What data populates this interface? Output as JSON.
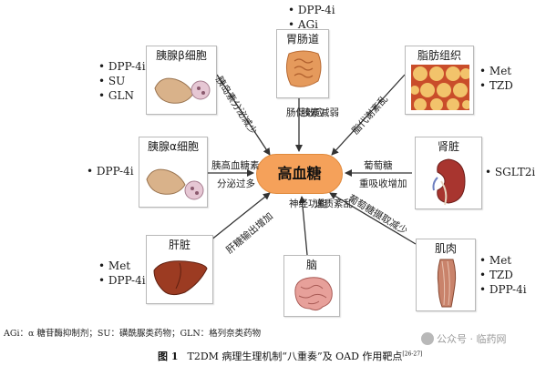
{
  "center": {
    "label": "高血糖"
  },
  "nodes": {
    "beta": {
      "title": "胰腺β细胞",
      "drugs": [
        "DPP-4i",
        "SU",
        "GLN"
      ],
      "arrow_label": "胰岛素分泌减少"
    },
    "gut": {
      "title": "胃肠道",
      "drugs": [
        "DPP-4i",
        "AGi"
      ],
      "arrow_label_left": "肠促效应",
      "arrow_label_right": "胰素减弱"
    },
    "fat": {
      "title": "脂肪组织",
      "drugs": [
        "Met",
        "TZD"
      ],
      "arrow_label": "脂代谢紊乱"
    },
    "alpha": {
      "title": "胰腺α细胞",
      "drugs": [
        "DPP-4i"
      ],
      "arrow_label_1": "胰高血糖素",
      "arrow_label_2": "分泌过多"
    },
    "kidney": {
      "title": "肾脏",
      "drugs": [
        "SGLT2i"
      ],
      "arrow_label_1": "葡萄糖",
      "arrow_label_2": "重吸收增加"
    },
    "liver": {
      "title": "肝脏",
      "drugs": [
        "Met",
        "DPP-4i"
      ],
      "arrow_label": "肝糖输出增加"
    },
    "brain": {
      "title": "脑",
      "arrow_label_left": "神经功能",
      "arrow_label_right": "递质紊乱"
    },
    "muscle": {
      "title": "肌肉",
      "drugs": [
        "Met",
        "TZD",
        "DPP-4i"
      ],
      "arrow_label": "葡萄糖摄取减少"
    }
  },
  "footnote": "AGi：α 糖苷酶抑制剂；SU：磺酰脲类药物；GLN：格列奈类药物",
  "caption": {
    "fig": "图 1",
    "text": "T2DM 病理生理机制“八重奏”及 OAD 作用靶点",
    "ref": "[26-27]"
  },
  "watermark": "公众号 · 临药网",
  "colors": {
    "center_fill": "#f5a15a",
    "arrow": "#333333",
    "box_border": "#b9b9b9"
  }
}
